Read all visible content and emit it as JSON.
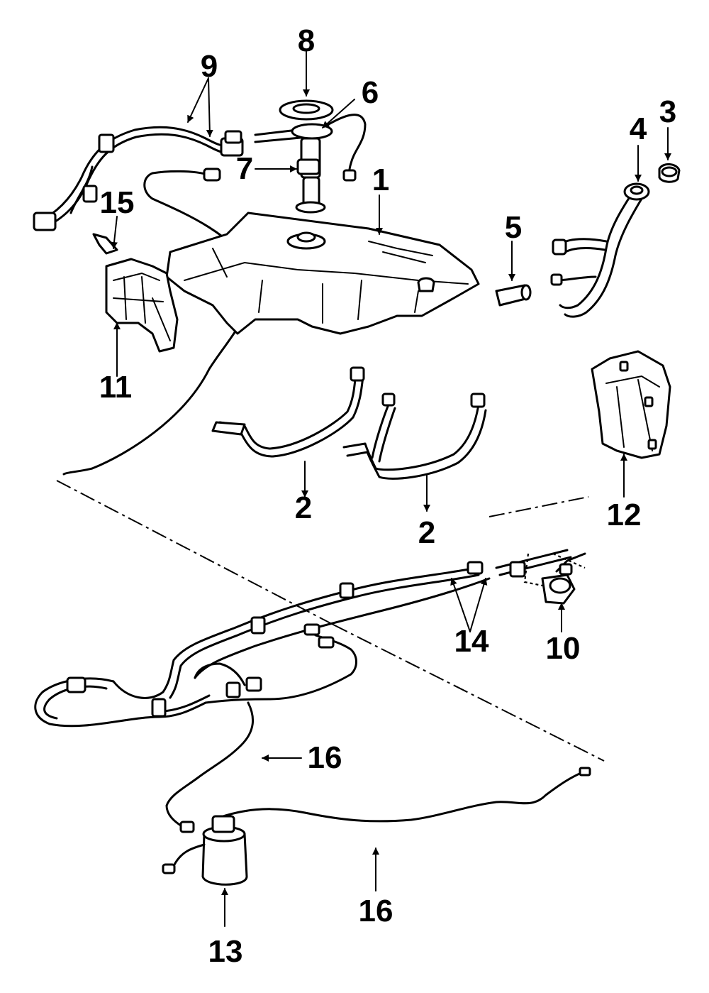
{
  "callouts": {
    "c1": "1",
    "c2a": "2",
    "c2b": "2",
    "c3": "3",
    "c4": "4",
    "c5": "5",
    "c6": "6",
    "c7": "7",
    "c8": "8",
    "c9": "9",
    "c10": "10",
    "c11": "11",
    "c12": "12",
    "c13": "13",
    "c14": "14",
    "c15": "15",
    "c16a": "16",
    "c16b": "16"
  }
}
